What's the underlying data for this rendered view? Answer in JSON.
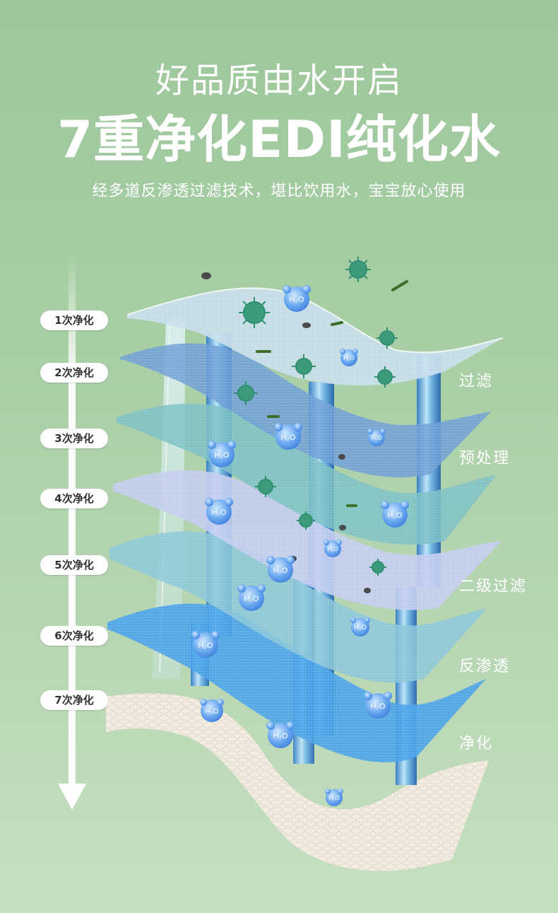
{
  "header": {
    "line1": "好品质由水开启",
    "line2": "7重净化EDI纯化水",
    "line3": "经多道反渗透过滤技术，堪比饮用水，宝宝放心使用"
  },
  "steps": [
    "1次净化",
    "2次净化",
    "3次净化",
    "4次净化",
    "5次净化",
    "6次净化",
    "7次净化"
  ],
  "layer_labels": [
    "过滤",
    "预处理",
    "二级过滤",
    "反渗透",
    "净化"
  ],
  "molecule_label": "H₂O",
  "colors": {
    "background": "#a9cfa6",
    "text": "#ffffff",
    "pill_text": "#333333"
  }
}
